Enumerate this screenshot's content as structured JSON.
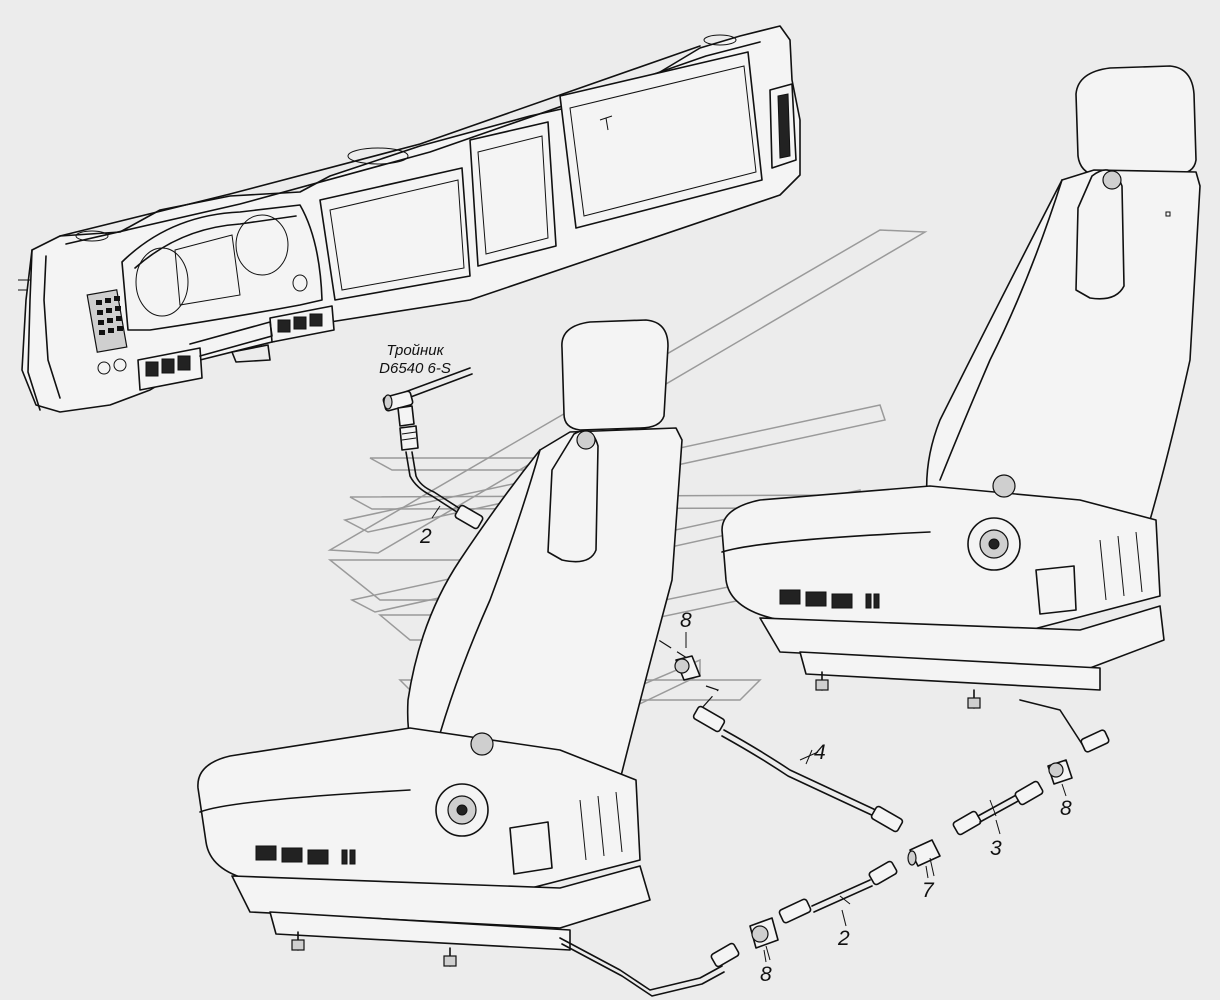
{
  "tee_label": {
    "name": "Тройник",
    "code": "D6540 6-S"
  },
  "callouts": {
    "c2_top": "2",
    "c8_mid": "8",
    "c4": "4",
    "c3": "3",
    "c8_right": "8",
    "c7": "7",
    "c2_bottom": "2",
    "c8_bottom": "8"
  }
}
